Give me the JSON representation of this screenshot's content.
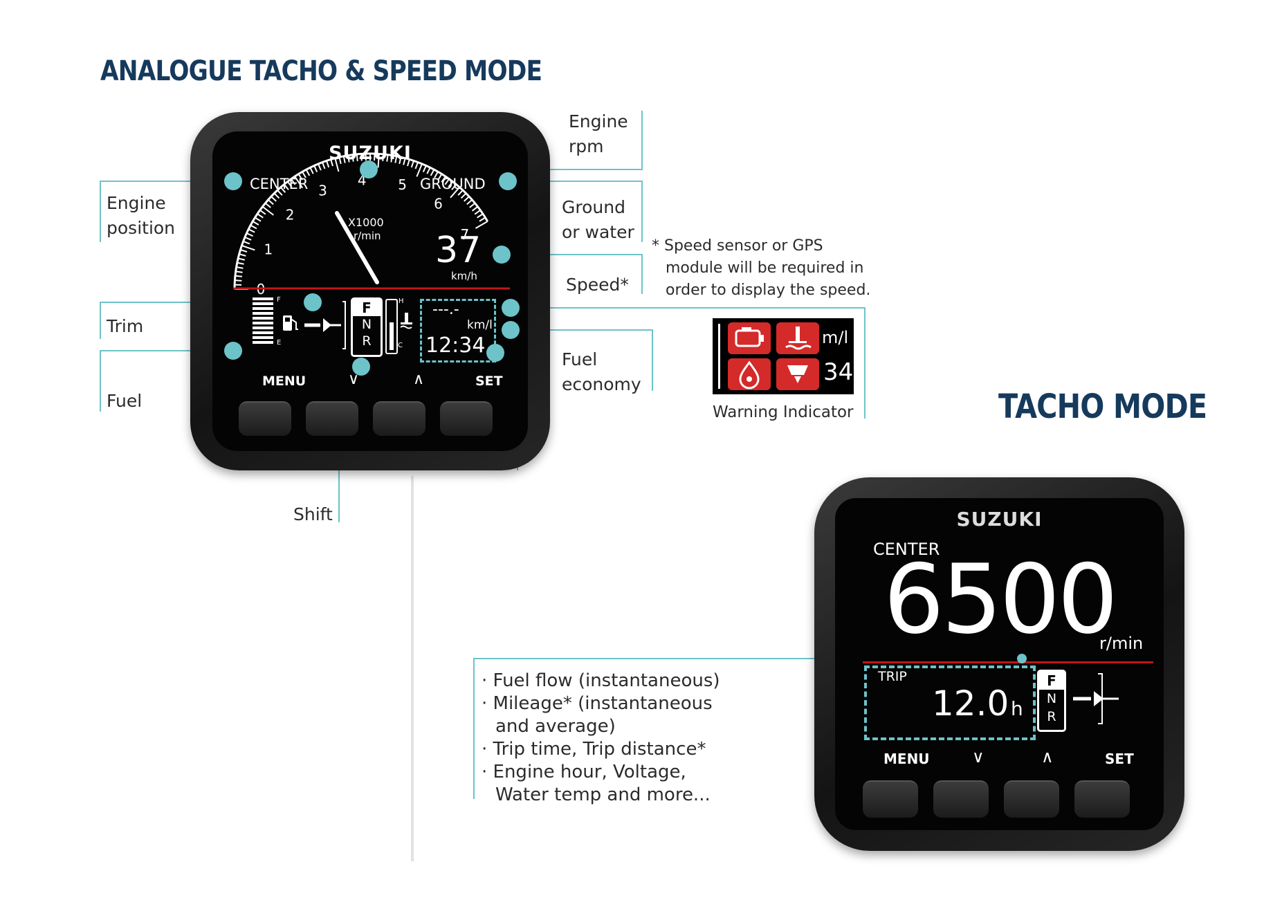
{
  "headings": {
    "analogue": "ANALOGUE TACHO & SPEED MODE",
    "tacho": "TACHO MODE"
  },
  "analogue_gauge": {
    "brand": "SUZUKI",
    "position_left": "CENTER",
    "position_right": "GROUND",
    "scale_ticks": [
      "0",
      "1",
      "2",
      "3",
      "4",
      "5",
      "6",
      "7"
    ],
    "scale_unit_top": "X1000",
    "scale_unit_bottom": "r/min",
    "speed_value": "37",
    "speed_unit": "km/h",
    "fuel_full": "F",
    "fuel_empty": "E",
    "shift": [
      "F",
      "N",
      "R"
    ],
    "temp_high": "H",
    "temp_cold": "C",
    "economy_value": "---.-",
    "economy_unit": "km/l",
    "clock": "12:34",
    "buttons": [
      "MENU",
      "∨",
      "∧",
      "SET"
    ]
  },
  "callouts": {
    "engine_rpm": [
      "Engine",
      "rpm"
    ],
    "engine_position": [
      "Engine",
      "position"
    ],
    "ground_water": [
      "Ground",
      "or water"
    ],
    "speed": "Speed*",
    "trim": "Trim",
    "fuel": "Fuel",
    "fuel_economy": [
      "Fuel",
      "economy"
    ],
    "shift": "Shift"
  },
  "speed_note": [
    "* Speed sensor or GPS",
    "module will be required in",
    "order to display the speed."
  ],
  "warning": {
    "label": "Warning Indicator",
    "unit_fragment": "m/l",
    "value_fragment": "34",
    "icons": [
      "engine-check-icon",
      "water-temp-icon",
      "oil-pressure-icon",
      "water-in-fuel-icon"
    ]
  },
  "tacho_gauge": {
    "brand": "SUZUKI",
    "position": "CENTER",
    "rpm_value": "6500",
    "rpm_unit": "r/min",
    "trip_label": "TRIP",
    "trip_value": "12.0",
    "trip_unit": "h",
    "shift": [
      "F",
      "N",
      "R"
    ],
    "buttons": [
      "MENU",
      "∨",
      "∧",
      "SET"
    ]
  },
  "tacho_features": [
    "· Fuel flow (instantaneous)",
    "· Mileage* (instantaneous",
    "  and average)",
    "· Trip time, Trip distance*",
    "· Engine hour, Voltage,",
    "  Water temp and more..."
  ],
  "colors": {
    "heading": "#163a5c",
    "callout": "#6cc3c9",
    "warning_red": "#d42a2a",
    "redline": "#c0161b"
  }
}
